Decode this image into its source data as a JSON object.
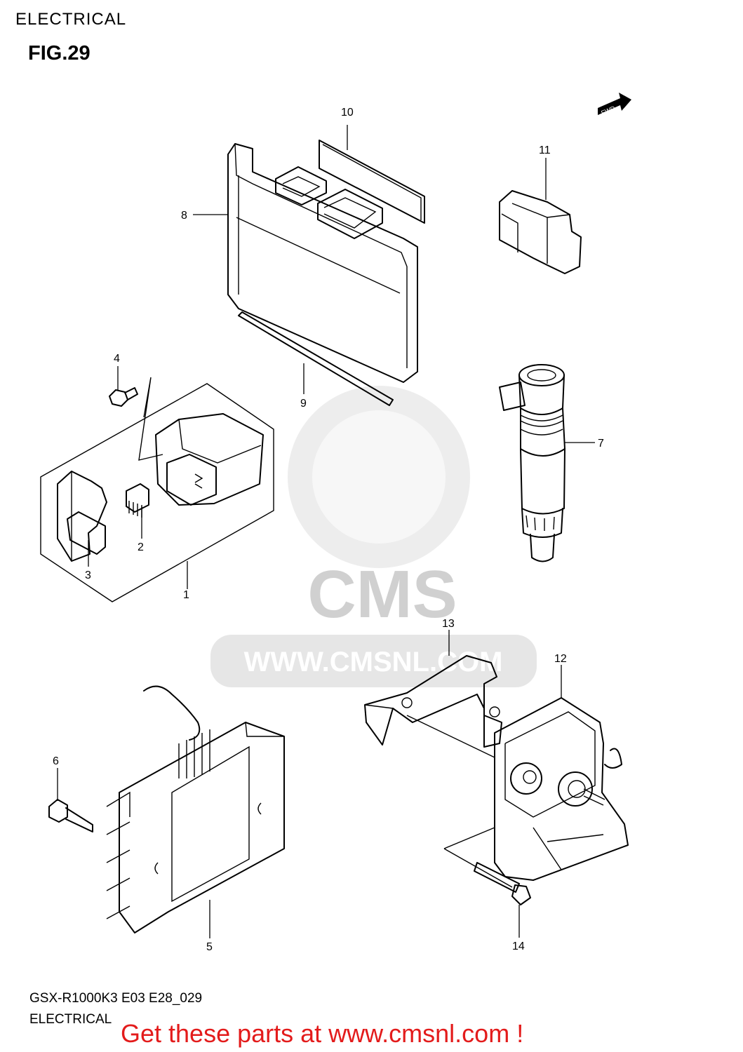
{
  "header": {
    "section_title": "ELECTRICAL",
    "figure_label": "FIG.29"
  },
  "footer": {
    "model_code": "GSX-R1000K3 E03 E28_029",
    "section": "ELECTRICAL",
    "call_to_action": "Get these parts at www.cmsnl.com !"
  },
  "watermark": {
    "brand": "CMS",
    "url": "WWW.CMSNL.COM"
  },
  "direction_marker": {
    "label": "FWD"
  },
  "callouts": [
    {
      "id": "1",
      "label": "1"
    },
    {
      "id": "2",
      "label": "2"
    },
    {
      "id": "3",
      "label": "3"
    },
    {
      "id": "4",
      "label": "4"
    },
    {
      "id": "5",
      "label": "5"
    },
    {
      "id": "6",
      "label": "6"
    },
    {
      "id": "7",
      "label": "7"
    },
    {
      "id": "8",
      "label": "8"
    },
    {
      "id": "9",
      "label": "9"
    },
    {
      "id": "10",
      "label": "10"
    },
    {
      "id": "11",
      "label": "11"
    },
    {
      "id": "12",
      "label": "12"
    },
    {
      "id": "13",
      "label": "13"
    },
    {
      "id": "14",
      "label": "14"
    }
  ],
  "colors": {
    "line": "#000000",
    "watermark": "#d0d0d0",
    "call_to_action": "#e31b1b",
    "background": "#ffffff"
  }
}
